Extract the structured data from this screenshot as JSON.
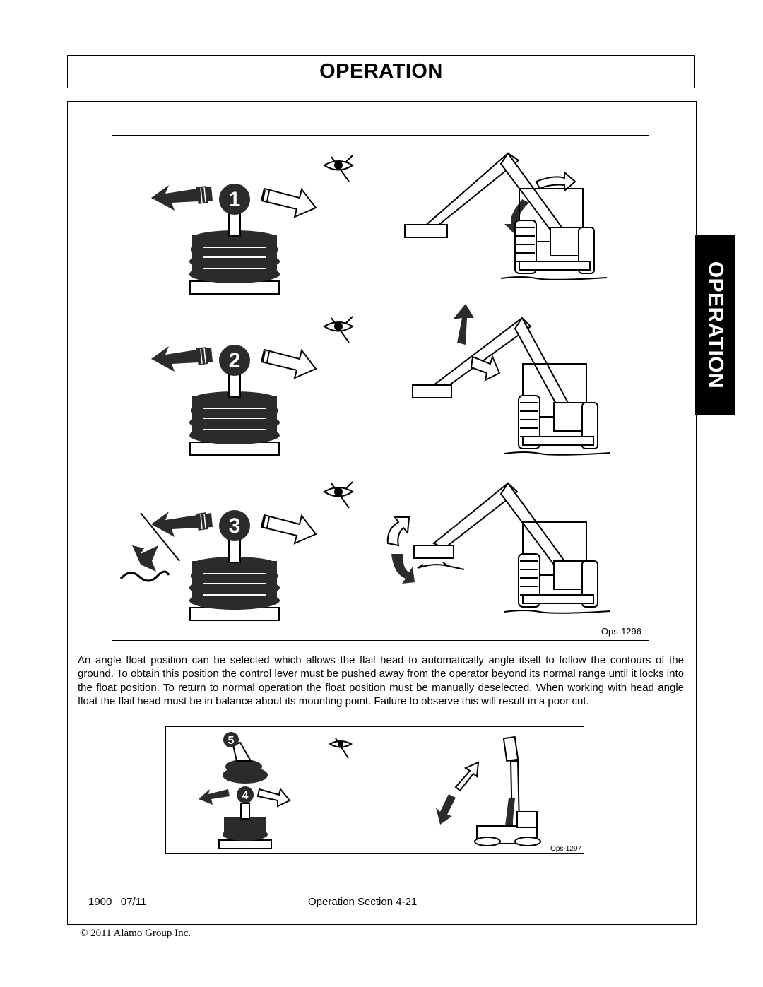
{
  "header": {
    "title": "OPERATION"
  },
  "side_tab": {
    "label": "OPERATION"
  },
  "figure1": {
    "code": "Ops-1296",
    "step_numbers": [
      "1",
      "2",
      "3"
    ]
  },
  "figure2": {
    "code": "Ops-1297",
    "step_numbers": [
      "5",
      "4"
    ]
  },
  "body": {
    "paragraph": "An angle float position can be selected which allows the flail head to automatically angle itself to follow the contours of the ground. To obtain this position the control lever must be pushed away from the operator beyond its normal range until it locks into the float position. To return to normal operation the float position must be manually deselected. When working with head angle float the flail head must be in balance about its mounting point. Failure to observe this will result in a poor cut."
  },
  "footer": {
    "model_date": "1900   07/11",
    "section": "Operation Section 4-21",
    "copyright": "© 2011 Alamo Group Inc."
  },
  "colors": {
    "ink": "#000000",
    "fill": "#2b2b2b",
    "paper": "#ffffff"
  }
}
